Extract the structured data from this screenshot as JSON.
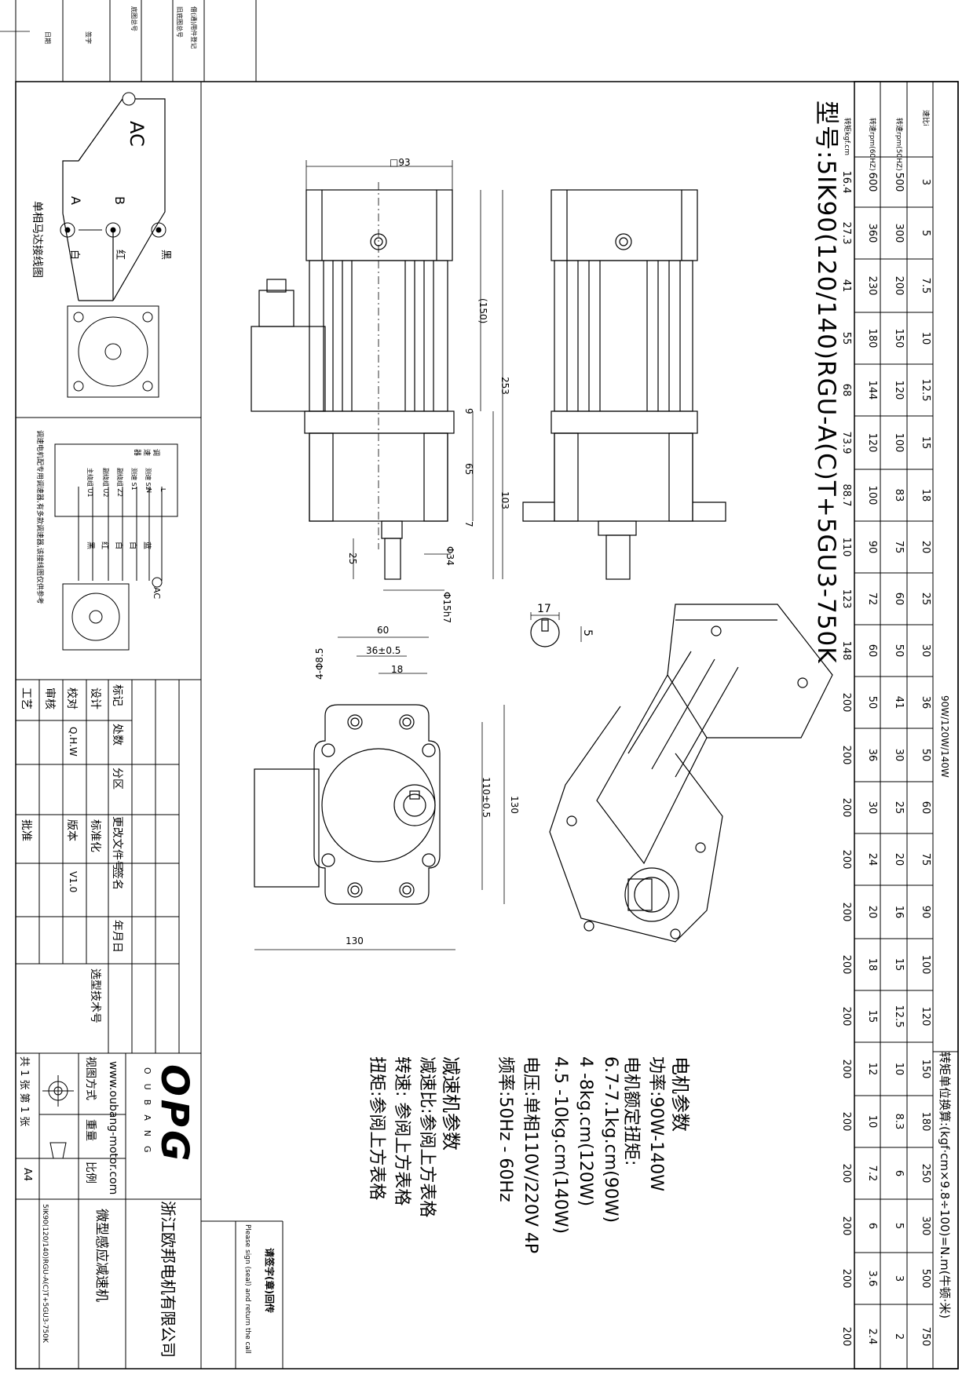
{
  "title": {
    "model": "型号:5IK90(120/140)RGU-A(C)T+5GU3-750K"
  },
  "power_range": "90W/120W/140W",
  "torque_note": "转矩单位换算:(kgf·cm×9.8÷100)=N.m(牛顿·米)",
  "table": {
    "row_labels": [
      "速比i",
      "转速rpm(50HZ)",
      "转速rpm(60HZ)",
      "转矩kgf.cm"
    ],
    "ratio": [
      "3",
      "5",
      "7.5",
      "10",
      "12.5",
      "15",
      "18",
      "20",
      "25",
      "30",
      "36",
      "50",
      "60",
      "75",
      "90",
      "100",
      "120",
      "150",
      "180",
      "250",
      "300",
      "500",
      "750"
    ],
    "rpm50": [
      "500",
      "300",
      "200",
      "150",
      "120",
      "100",
      "83",
      "75",
      "60",
      "50",
      "41",
      "30",
      "25",
      "20",
      "16",
      "15",
      "12.5",
      "10",
      "8.3",
      "6",
      "5",
      "3",
      "2"
    ],
    "rpm60": [
      "600",
      "360",
      "230",
      "180",
      "144",
      "120",
      "100",
      "90",
      "72",
      "60",
      "50",
      "36",
      "30",
      "24",
      "20",
      "18",
      "15",
      "12",
      "10",
      "7.2",
      "6",
      "3.6",
      "2.4"
    ],
    "torque": [
      "16.4",
      "27.3",
      "41",
      "55",
      "68",
      "73.9",
      "88.7",
      "110",
      "123",
      "148",
      "200",
      "200",
      "200",
      "200",
      "200",
      "200",
      "200",
      "200",
      "200",
      "200",
      "200",
      "200",
      "200"
    ]
  },
  "motor_params": {
    "heading": "电机参数",
    "lines": [
      "功率:90W-140W",
      "电机额定扭矩:",
      "6.7-7.1kg.cm(90W)",
      "4 -8kg.cm(120W)",
      "4.5 -10kg.cm(140W)",
      "电压:单相110V/220V 4P",
      "频率:50Hz - 60Hz"
    ]
  },
  "reducer_params": {
    "heading": "减速机参数",
    "lines": [
      "减速比:参阅上方表格",
      "转速: 参阅上方表格",
      "扭矩:参阅上方表格"
    ]
  },
  "dimensions": {
    "side": [
      "□93",
      "(150)",
      "253",
      "9",
      "65",
      "103",
      "7",
      "Φ34",
      "25",
      "Φ15h7"
    ],
    "key": [
      "17",
      "5"
    ],
    "flange": [
      "60",
      "36±0.5",
      "18",
      "4-Φ8.5",
      "110±0.5",
      "130",
      "130"
    ]
  },
  "wiring": {
    "title": "单相马达接线图",
    "ac": "AC",
    "terminals": [
      "A",
      "B"
    ],
    "wires": [
      "黑",
      "红",
      "白"
    ],
    "controller_labels": [
      "调",
      "速",
      "器",
      "测速 S2",
      "测速 S1",
      "副绕组 Z2",
      "副绕组 U2",
      "主绕组 U1",
      "L",
      "N"
    ],
    "controller_wires": [
      "蓝",
      "白",
      "白",
      "红",
      "黑"
    ],
    "controller_ac": "AC",
    "controller_note": "调速电机配专用调速器,有多款调速器,该接线图仅供参考"
  },
  "revision_block": {
    "headers": [
      "标记",
      "处数",
      "分区",
      "更改文件号",
      "签名",
      "年月日"
    ],
    "rows": [
      "设计",
      "校对",
      "审核",
      "工艺"
    ],
    "checker": "Q.H.W",
    "labels": [
      "标准化",
      "版本",
      "批准"
    ],
    "version": "V1.0",
    "tech_no": "选型技术号"
  },
  "title_block": {
    "logo": "OPG",
    "logo_sub": "OUBANG",
    "website": "www.oubang-motor.com",
    "company": "浙江欧邦电机有限公司",
    "product": "微型感应减速机",
    "drawing_no": "5IK90(120/140)RGU-A(C)T+5GU3-750K",
    "view_method": "视图方式",
    "weight": "重量",
    "scale": "比例",
    "sheets": "共 1 张 第 1 张",
    "paper": "A4",
    "confirm_note": "请签字(章)回传",
    "confirm_sub": "Please sign (seal) and return the call"
  },
  "top_strip": [
    "借(通)用件登记",
    "旧底图总号",
    "底图总号",
    "签字",
    "日期"
  ]
}
